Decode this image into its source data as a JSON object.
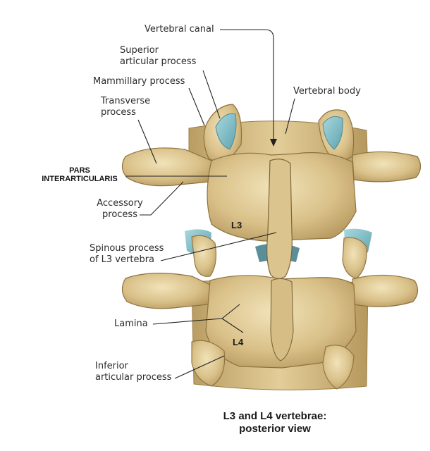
{
  "labels": {
    "vertebral_canal": "Vertebral canal",
    "superior_articular_1": "Superior",
    "superior_articular_2": "articular process",
    "mammillary": "Mammillary process",
    "vertebral_body": "Vertebral body",
    "transverse_1": "Transverse",
    "transverse_2": "process",
    "pars_1": "PARS",
    "pars_2": "INTERARTICULARIS",
    "accessory_1": "Accessory",
    "accessory_2": "process",
    "spinous_1": "Spinous process",
    "spinous_2": "of L3 vertebra",
    "lamina": "Lamina",
    "inferior_1": "Inferior",
    "inferior_2": "articular process"
  },
  "levels": {
    "upper": "L3",
    "lower": "L4"
  },
  "caption": {
    "line1": "L3 and L4 vertebrae:",
    "line2": "posterior view"
  },
  "colors": {
    "bone": "#d9c088",
    "bone_light": "#efe0b4",
    "bone_shadow": "#a88a52",
    "cartilage": "#8cc6cf",
    "leader": "#222222"
  }
}
